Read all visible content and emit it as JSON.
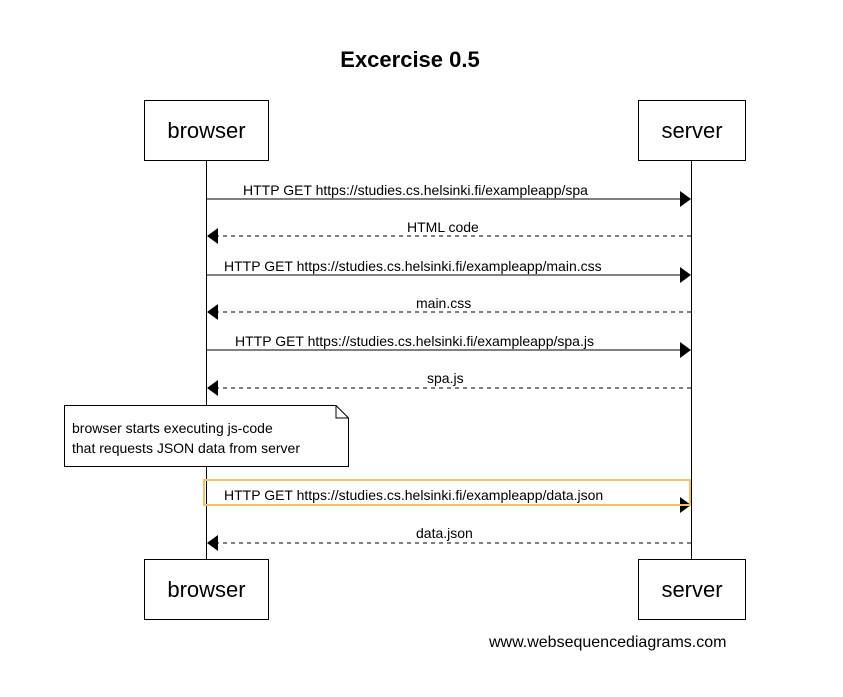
{
  "diagram": {
    "title": "Excercise 0.5",
    "actors": {
      "browser": "browser",
      "server": "server"
    },
    "messages": [
      {
        "label": "HTTP GET https://studies.cs.helsinki.fi/exampleapp/spa",
        "from": "browser",
        "to": "server",
        "style": "solid"
      },
      {
        "label": "HTML code",
        "from": "server",
        "to": "browser",
        "style": "dashed"
      },
      {
        "label": "HTTP GET https://studies.cs.helsinki.fi/exampleapp/main.css",
        "from": "browser",
        "to": "server",
        "style": "solid"
      },
      {
        "label": "main.css",
        "from": "server",
        "to": "browser",
        "style": "dashed"
      },
      {
        "label": "HTTP GET https://studies.cs.helsinki.fi/exampleapp/spa.js",
        "from": "browser",
        "to": "server",
        "style": "solid"
      },
      {
        "label": "spa.js",
        "from": "server",
        "to": "browser",
        "style": "dashed"
      },
      {
        "label": "HTTP GET https://studies.cs.helsinki.fi/exampleapp/data.json",
        "from": "browser",
        "to": "server",
        "style": "solid"
      },
      {
        "label": "data.json",
        "from": "server",
        "to": "browser",
        "style": "dashed"
      }
    ],
    "note": {
      "line1": "browser starts executing js-code",
      "line2": "that requests JSON data from server"
    },
    "highlight_color": "#f2c36b",
    "footer": "www.websequencediagrams.com"
  }
}
